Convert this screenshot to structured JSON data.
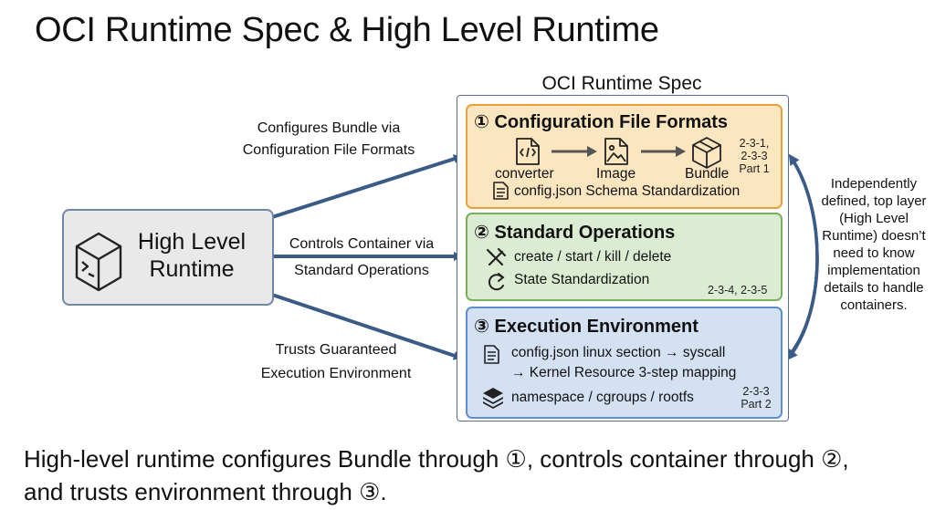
{
  "title": "OCI Runtime Spec & High Level Runtime",
  "high_level_runtime": {
    "label_line1": "High Level",
    "label_line2": "Runtime",
    "icon": "terminal-cube-icon"
  },
  "spec": {
    "title": "OCI Runtime Spec",
    "config_box": {
      "title": "① Configuration File Formats",
      "steps": [
        {
          "label": "converter",
          "icon": "code-file-icon"
        },
        {
          "label": "Image",
          "icon": "image-file-icon"
        },
        {
          "label": "Bundle",
          "icon": "box-icon"
        }
      ],
      "ref_line1": "2-3-1,",
      "ref_line2": "2-3-3",
      "ref_line3": "Part 1",
      "schema_label": "config.json Schema Standardization",
      "schema_icon": "document-icon",
      "color": "#e8a13c"
    },
    "ops_box": {
      "title": "② Standard Operations",
      "ops_label": "create / start / kill / delete",
      "ops_icon": "tools-icon",
      "state_label": "State Standardization",
      "state_icon": "refresh-icon",
      "ref": "2-3-4, 2-3-5",
      "color": "#79b05a"
    },
    "exec_box": {
      "title": "③ Execution Environment",
      "mapping_line1": "config.json linux section → syscall",
      "mapping_line2": "→ Kernel Resource 3-step mapping",
      "mapping_icon": "document-icon",
      "resources_label": "namespace / cgroups / rootfs",
      "resources_icon": "layers-icon",
      "ref_line1": "2-3-3",
      "ref_line2": "Part 2",
      "color": "#5f8ed0"
    }
  },
  "edges": {
    "configures_line1": "Configures Bundle via",
    "configures_line2": "Configuration File Formats",
    "controls_line1": "Controls Container via",
    "controls_line2": "Standard Operations",
    "trusts_line1": "Trusts Guaranteed",
    "trusts_line2": "Execution Environment"
  },
  "side_note": "Independently defined, top layer (High Level Runtime) doesn’t need to know implementation details to handle containers.",
  "caption_line1": "High-level runtime configures Bundle through ①, controls container through ②,",
  "caption_line2": "and trusts environment through ③."
}
